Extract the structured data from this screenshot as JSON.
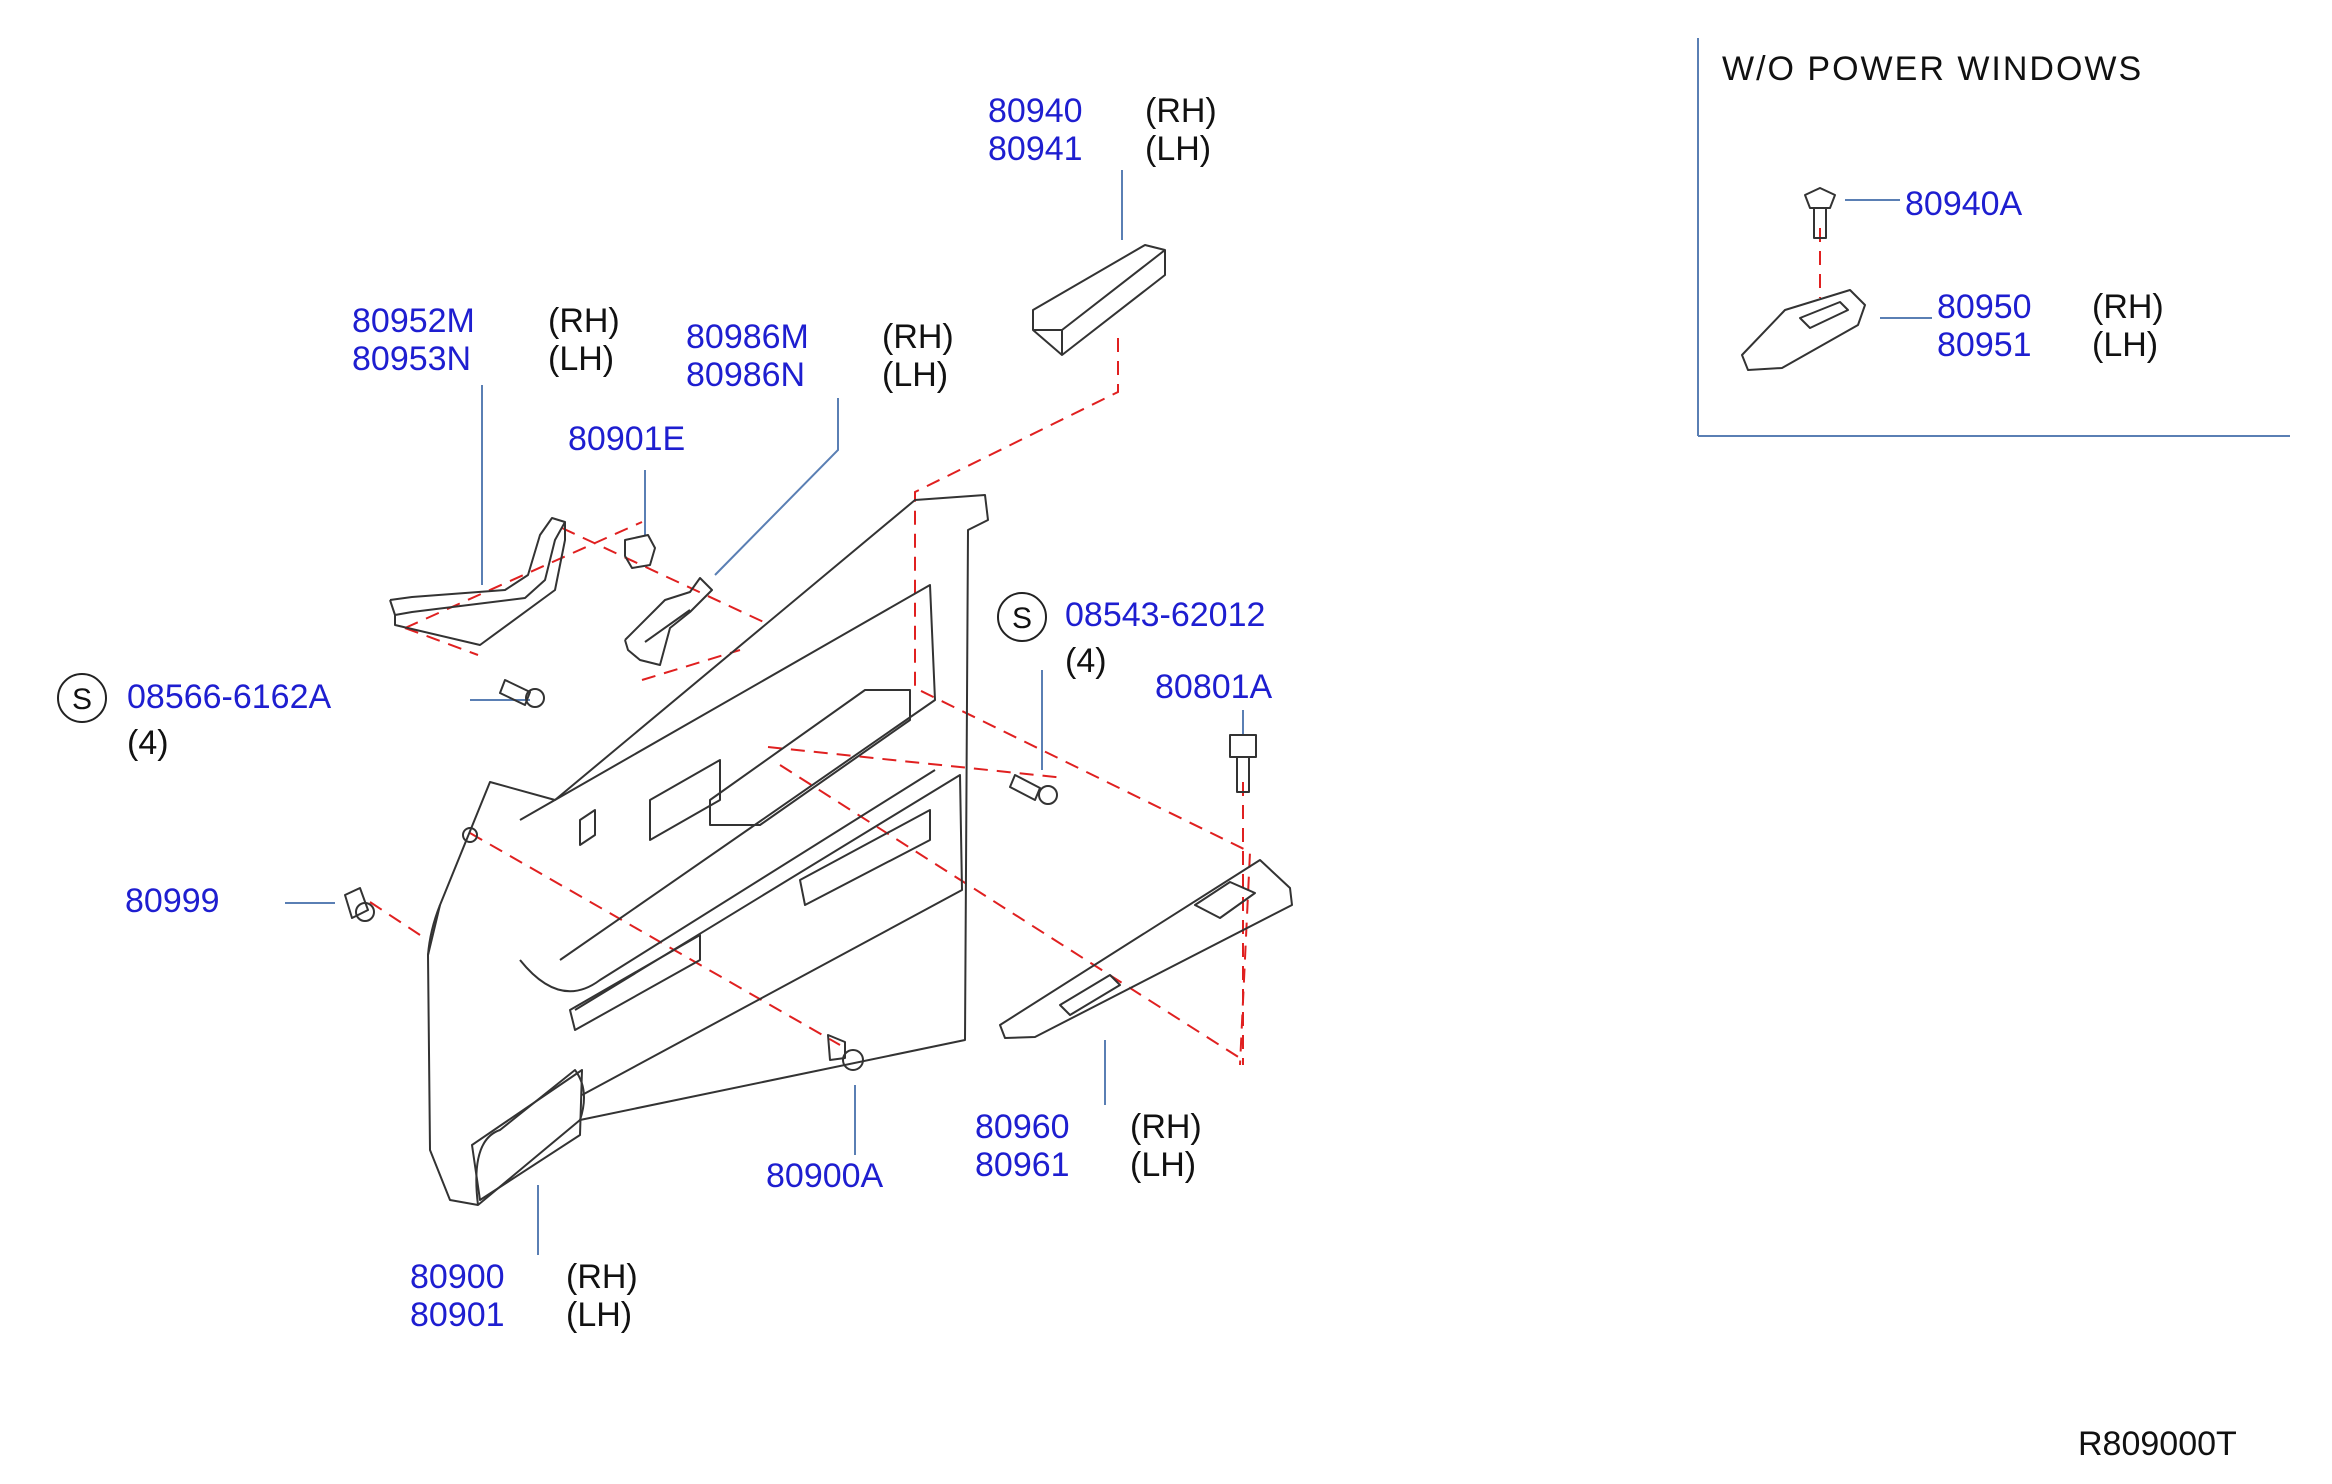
{
  "colors": {
    "part_number": "#1e1ed0",
    "leader": "#5a7fb4",
    "phantom": "#e02020",
    "outline": "#333333",
    "text": "#111111"
  },
  "inset": {
    "title": "W/O  POWER  WINDOWS"
  },
  "callouts": [
    {
      "id": "c80940",
      "parts": [
        "80940",
        "80941"
      ],
      "sides": [
        "(RH)",
        "(LH)"
      ]
    },
    {
      "id": "c80952",
      "parts": [
        "80952M",
        "80953N"
      ],
      "sides": [
        "(RH)",
        "(LH)"
      ]
    },
    {
      "id": "c80986",
      "parts": [
        "80986M",
        "80986N"
      ],
      "sides": [
        "(RH)",
        "(LH)"
      ]
    },
    {
      "id": "c80901e",
      "parts": [
        "80901E"
      ]
    },
    {
      "id": "c08543",
      "symbol": "S",
      "parts": [
        "08543-62012"
      ],
      "qty": "(4)"
    },
    {
      "id": "c08566",
      "symbol": "S",
      "parts": [
        "08566-6162A"
      ],
      "qty": "(4)"
    },
    {
      "id": "c80801a",
      "parts": [
        "80801A"
      ]
    },
    {
      "id": "c80999",
      "parts": [
        "80999"
      ]
    },
    {
      "id": "c80900a",
      "parts": [
        "80900A"
      ]
    },
    {
      "id": "c80960",
      "parts": [
        "80960",
        "80961"
      ],
      "sides": [
        "(RH)",
        "(LH)"
      ]
    },
    {
      "id": "c80900",
      "parts": [
        "80900",
        "80901"
      ],
      "sides": [
        "(RH)",
        "(LH)"
      ]
    },
    {
      "id": "c80940a",
      "parts": [
        "80940A"
      ]
    },
    {
      "id": "c80950",
      "parts": [
        "80950",
        "80951"
      ],
      "sides": [
        "(RH)",
        "(LH)"
      ]
    }
  ],
  "figure_code": "R809000T"
}
